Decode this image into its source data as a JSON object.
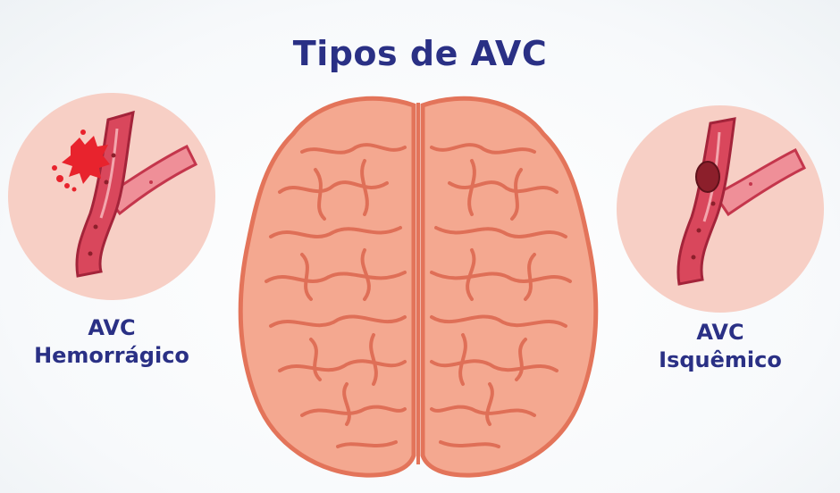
{
  "title": "Tipos de AVC",
  "left": {
    "line1": "AVC",
    "line2": "Hemorrágico"
  },
  "right": {
    "line1": "AVC",
    "line2": "Isquêmico"
  },
  "colors": {
    "title": "#2a3085",
    "circle": "#f7cfc5",
    "vessel": "#d9475c",
    "vessel_light": "#ef8f98",
    "brain": "#f4a890",
    "brain_outline": "#e3745a",
    "bleed": "#e8232d",
    "clot": "#8c1f2b"
  }
}
